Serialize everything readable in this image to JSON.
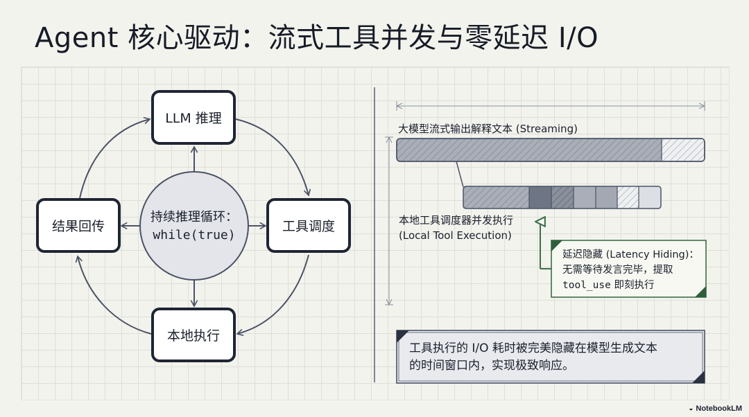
{
  "title": "Agent 核心驱动：流式工具并发与零延迟 I/O",
  "cycle": {
    "nodes": {
      "top": "LLM 推理",
      "right": "工具调度",
      "bottom": "本地执行",
      "left": "结果回传"
    },
    "center": {
      "line1": "持续推理循环：",
      "line2": "while(true)"
    }
  },
  "timeline": {
    "stream_label": "大模型流式输出解释文本 (Streaming)",
    "exec_label_line1": "本地工具调度器并发执行",
    "exec_label_line2": "(Local Tool Execution)",
    "callout": {
      "line1": "延迟隐藏 (Latency Hiding)：",
      "line2": "无需等待发言完毕，提取",
      "line3_code": "tool_use",
      "line3_rest": " 即刻执行"
    }
  },
  "conclusion": {
    "line1": "工具执行的 I/O 耗时被完美隐藏在模型生成文本",
    "line2": "的时间窗口内，实现极致响应。"
  },
  "brand": "NotebookLM",
  "colors": {
    "box_border": "#1f2533",
    "center_fill": "#e3e5ea",
    "bar_fill": "#a9aeb8",
    "bar_dark": "#6e7685",
    "callout_border": "#3c6e47",
    "callout_fill": "#f7f8f2",
    "conclusion_fill": "#e8eaee"
  }
}
